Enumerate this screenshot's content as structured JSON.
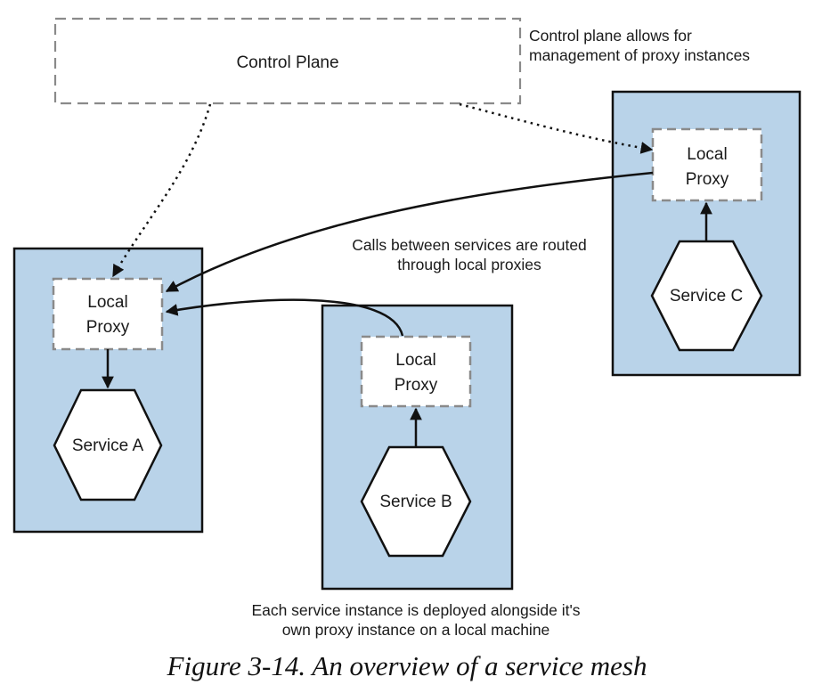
{
  "diagram": {
    "control_plane": {
      "label": "Control Plane"
    },
    "notes": {
      "control_plane_line1": "Control plane allows for",
      "control_plane_line2": "management of proxy instances",
      "calls_line1": "Calls between services are routed",
      "calls_line2": "through local proxies",
      "deploy_line1": "Each service instance is deployed alongside it's",
      "deploy_line2": "own proxy instance on a local machine"
    },
    "machines": [
      {
        "proxy_line1": "Local",
        "proxy_line2": "Proxy",
        "service": "Service A"
      },
      {
        "proxy_line1": "Local",
        "proxy_line2": "Proxy",
        "service": "Service B"
      },
      {
        "proxy_line1": "Local",
        "proxy_line2": "Proxy",
        "service": "Service C"
      }
    ],
    "caption": "Figure 3-14. An overview of a service mesh"
  },
  "colors": {
    "machine_fill": "#b9d3e9",
    "border": "#111111",
    "dashed_border": "#8a8a8a"
  }
}
